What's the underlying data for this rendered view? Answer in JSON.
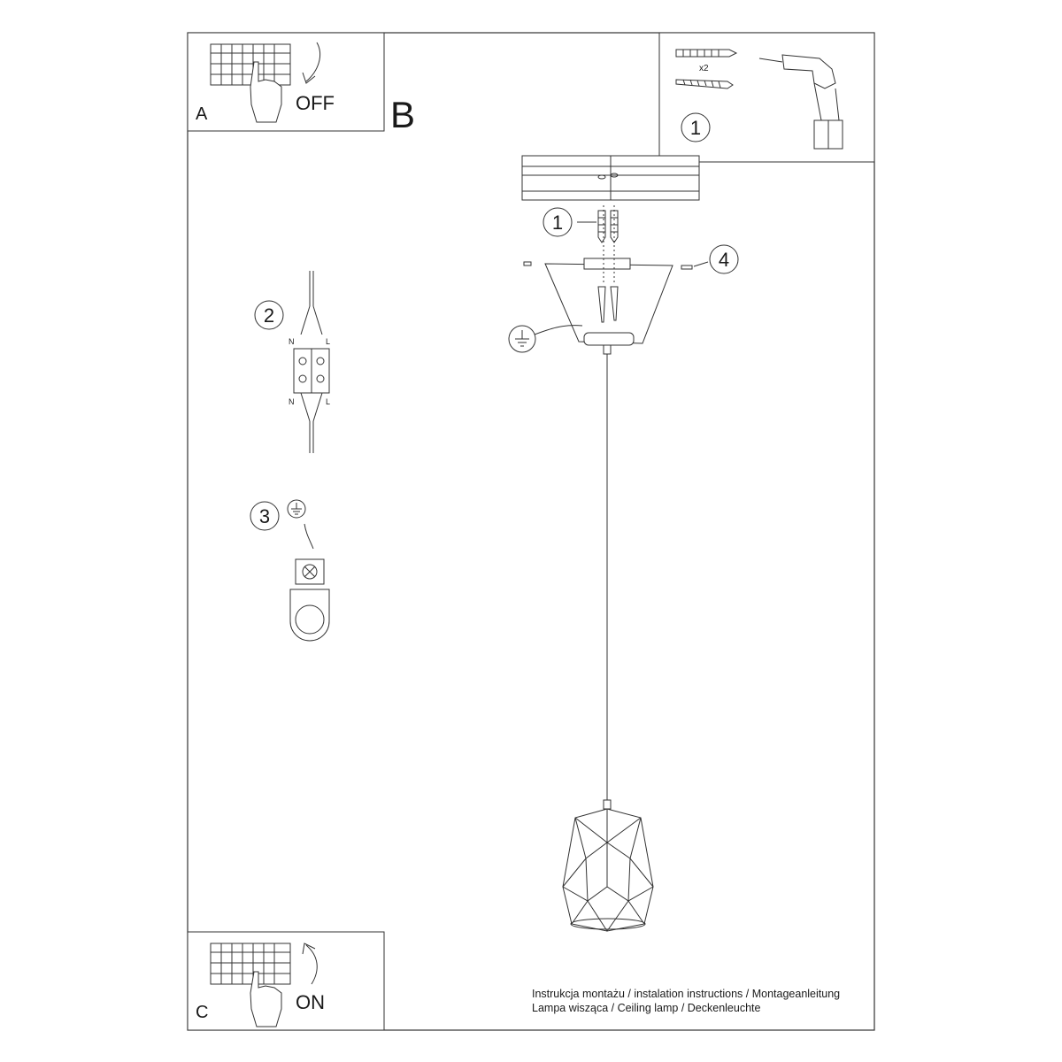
{
  "panels": {
    "a": {
      "letter": "A",
      "action": "OFF"
    },
    "b": {
      "letter": "B"
    },
    "c": {
      "letter": "C",
      "action": "ON"
    },
    "tools": {
      "step": "1",
      "quantity": "x2"
    }
  },
  "callouts": {
    "dowels": "1",
    "wiring": "2",
    "ground": "3",
    "side_screws": "4"
  },
  "terminal": {
    "neutral": "N",
    "live": "L"
  },
  "footer": {
    "line1": "Instrukcja montażu / instalation instructions / Montageanleitung",
    "line2": "Lampa wisząca / Ceiling lamp / Deckenleuchte"
  }
}
